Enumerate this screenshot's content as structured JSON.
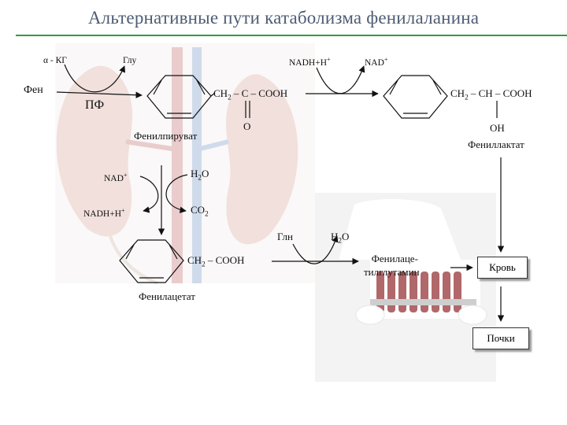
{
  "title": "Альтернативные пути катаболизма фенилаланина",
  "colors": {
    "title": "#4d5c73",
    "accent": "#2f9e3f",
    "ink": "#111111"
  },
  "labels": {
    "akg": "α - КГ",
    "glu": "Глу",
    "phe": "Фен",
    "pf": "ПФ",
    "nadh_top": "NADH+H",
    "nad_top": "NAD",
    "pyruvate_chain": "CH",
    "pyruvate_chain_rest": " – C – COOH",
    "keto_o": "O",
    "phenylpyruvate": "Фенилпируват",
    "lactate_chain": "CH",
    "lactate_chain_rest": " – CH – COOH",
    "oh": "OH",
    "phenyllactate": "Фениллактат",
    "nad_left": "NAD",
    "nadh_left": "NADH+H",
    "h2o_1": "H",
    "h2o_1_rest": "O",
    "co2": "CO",
    "gln": "Глн",
    "h2o_2": "H",
    "h2o_2_rest": "O",
    "acetate_chain": "CH",
    "acetate_chain_rest": " – COOH",
    "phenylacetate": "Фенилацетат",
    "phenylacetylglutamine_1": "Фенилаце-",
    "phenylacetylglutamine_2": "тилглутамин",
    "blood": "Кровь",
    "kidneys": "Почки",
    "plus": "+",
    "two": "2"
  }
}
